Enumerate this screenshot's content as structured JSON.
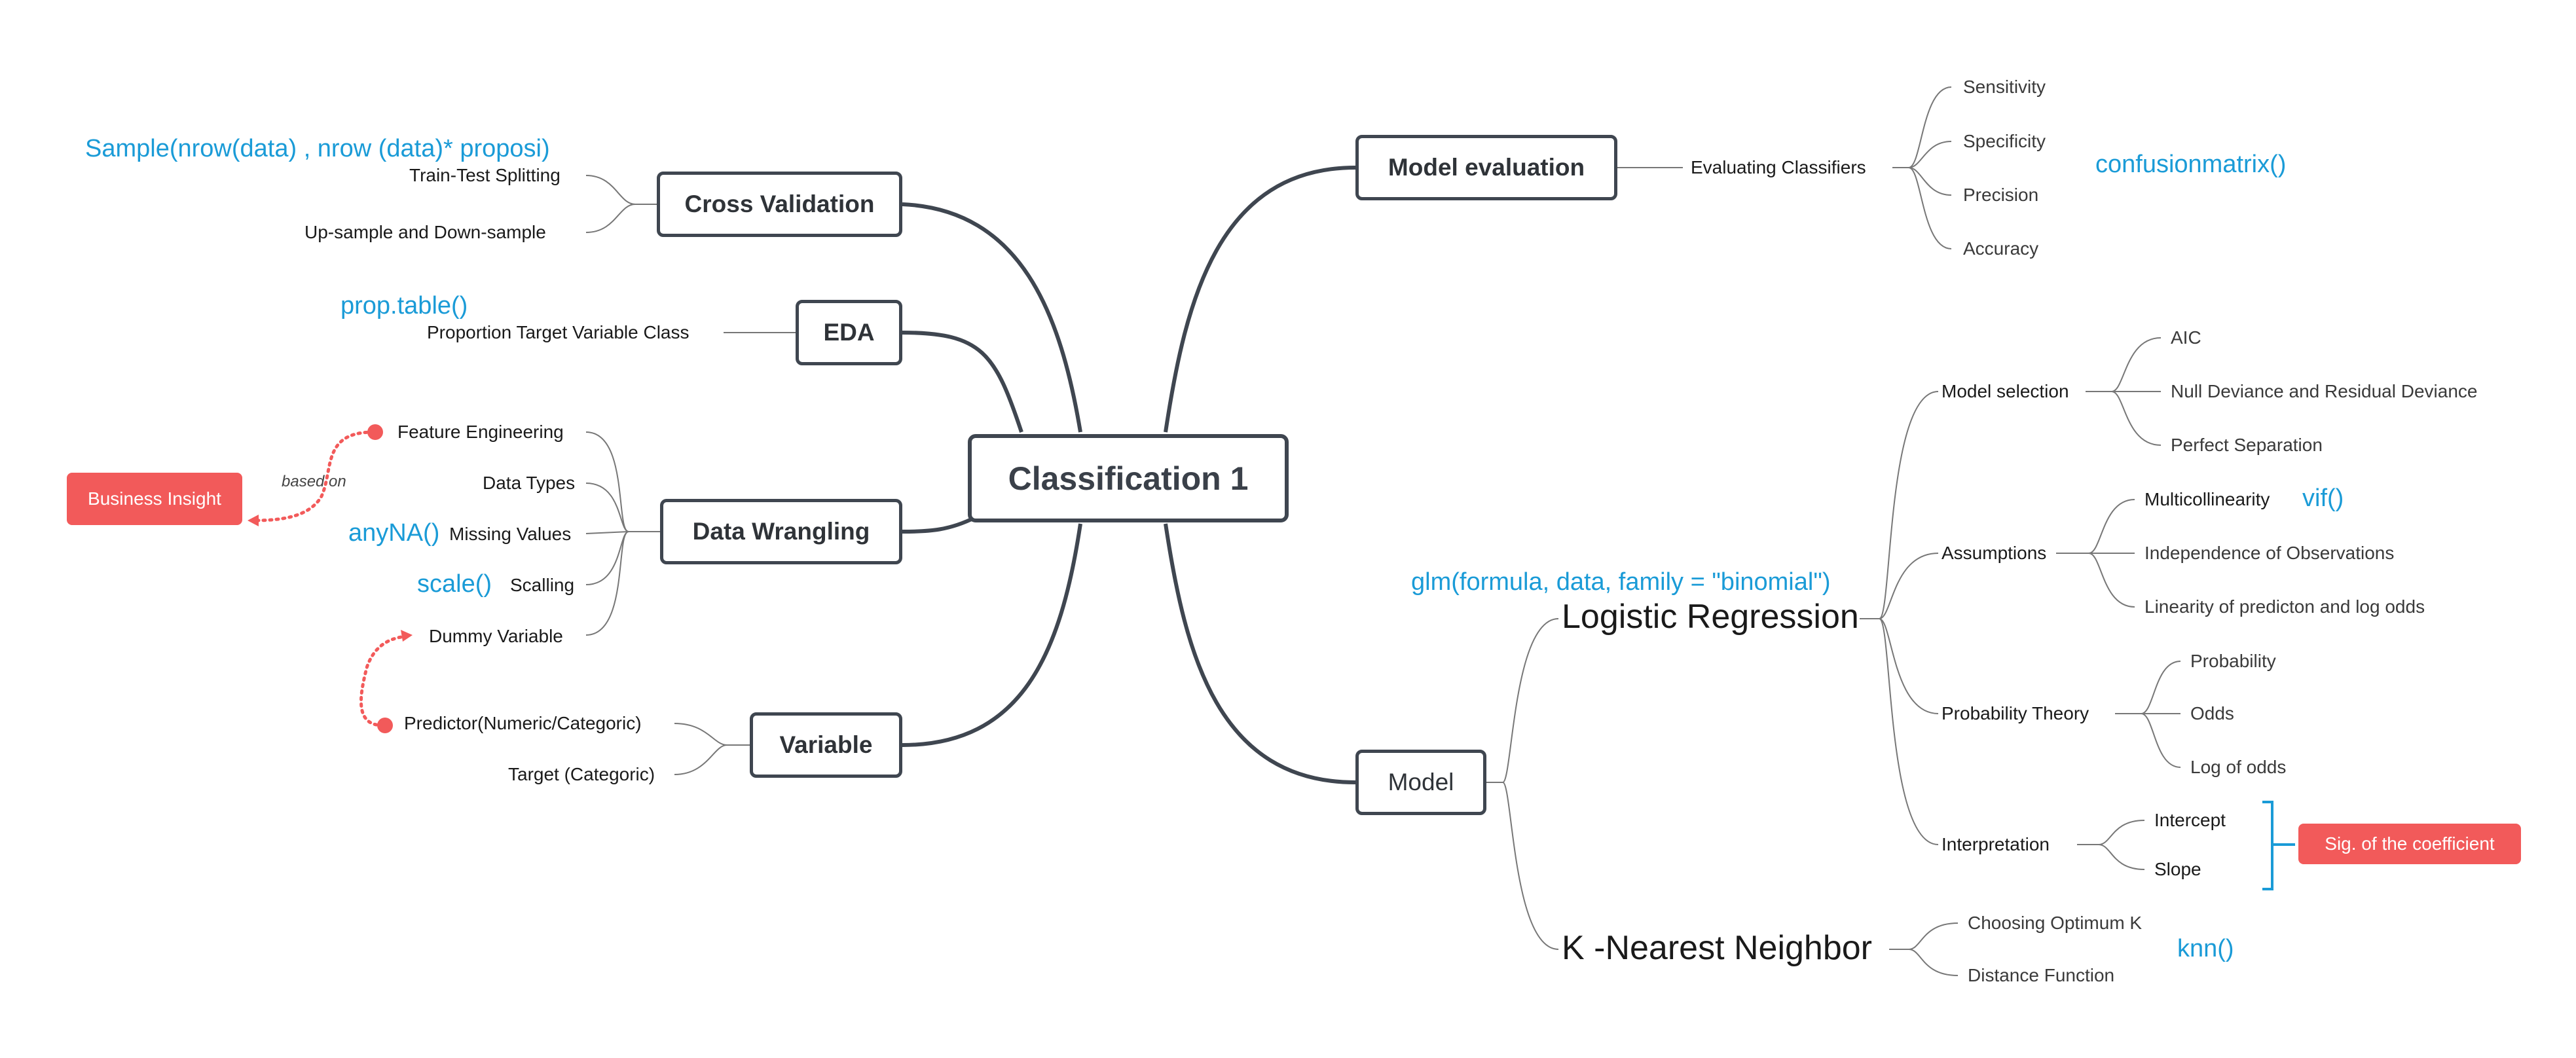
{
  "root": "Classification 1",
  "nodes": {
    "cross_validation": "Cross Validation",
    "eda": "EDA",
    "data_wrangling": "Data Wrangling",
    "variable": "Variable",
    "model_evaluation": "Model evaluation",
    "model": "Model"
  },
  "cross_validation": {
    "code": "Sample(nrow(data) , nrow (data)* proposi)",
    "items": [
      "Train-Test Splitting",
      "Up-sample and Down-sample"
    ]
  },
  "eda": {
    "code": "prop.table()",
    "items": [
      "Proportion Target Variable Class"
    ]
  },
  "data_wrangling": {
    "items": [
      "Feature Engineering",
      "Data Types",
      "Missing Values",
      "Scalling",
      "Dummy Variable"
    ],
    "code_missing": "anyNA()",
    "code_scale": "scale()",
    "business_insight": "Business Insight",
    "based_on": "based on"
  },
  "variable": {
    "items": [
      "Predictor(Numeric/Categoric)",
      "Target (Categoric)"
    ]
  },
  "model_evaluation": {
    "branch": "Evaluating Classifiers",
    "items": [
      "Sensitivity",
      "Specificity",
      "Precision",
      "Accuracy"
    ],
    "code": "confusionmatrix()"
  },
  "model": {
    "logistic": {
      "title": "Logistic Regression",
      "code": "glm(formula, data, family = \"binomial\")",
      "model_selection": {
        "label": "Model selection",
        "items": [
          "AIC",
          "Null Deviance and Residual Deviance",
          "Perfect Separation"
        ]
      },
      "assumptions": {
        "label": "Assumptions",
        "items": [
          "Multicollinearity",
          "Independence of Observations",
          "Linearity of predicton and log odds"
        ],
        "code": "vif()"
      },
      "probability_theory": {
        "label": "Probability Theory",
        "items": [
          "Probability",
          "Odds",
          "Log of odds"
        ]
      },
      "interpretation": {
        "label": "Interpretation",
        "items": [
          "Intercept",
          "Slope"
        ],
        "tag": "Sig. of the coefficient"
      }
    },
    "knn": {
      "title": "K -Nearest Neighbor",
      "items": [
        "Choosing Optimum K",
        "Distance Function"
      ],
      "code": "knn()"
    }
  },
  "colors": {
    "line_main": "#3f4650",
    "line_thin": "#777777",
    "code_blue": "#1a9bd7",
    "red": "#f25a5a"
  }
}
